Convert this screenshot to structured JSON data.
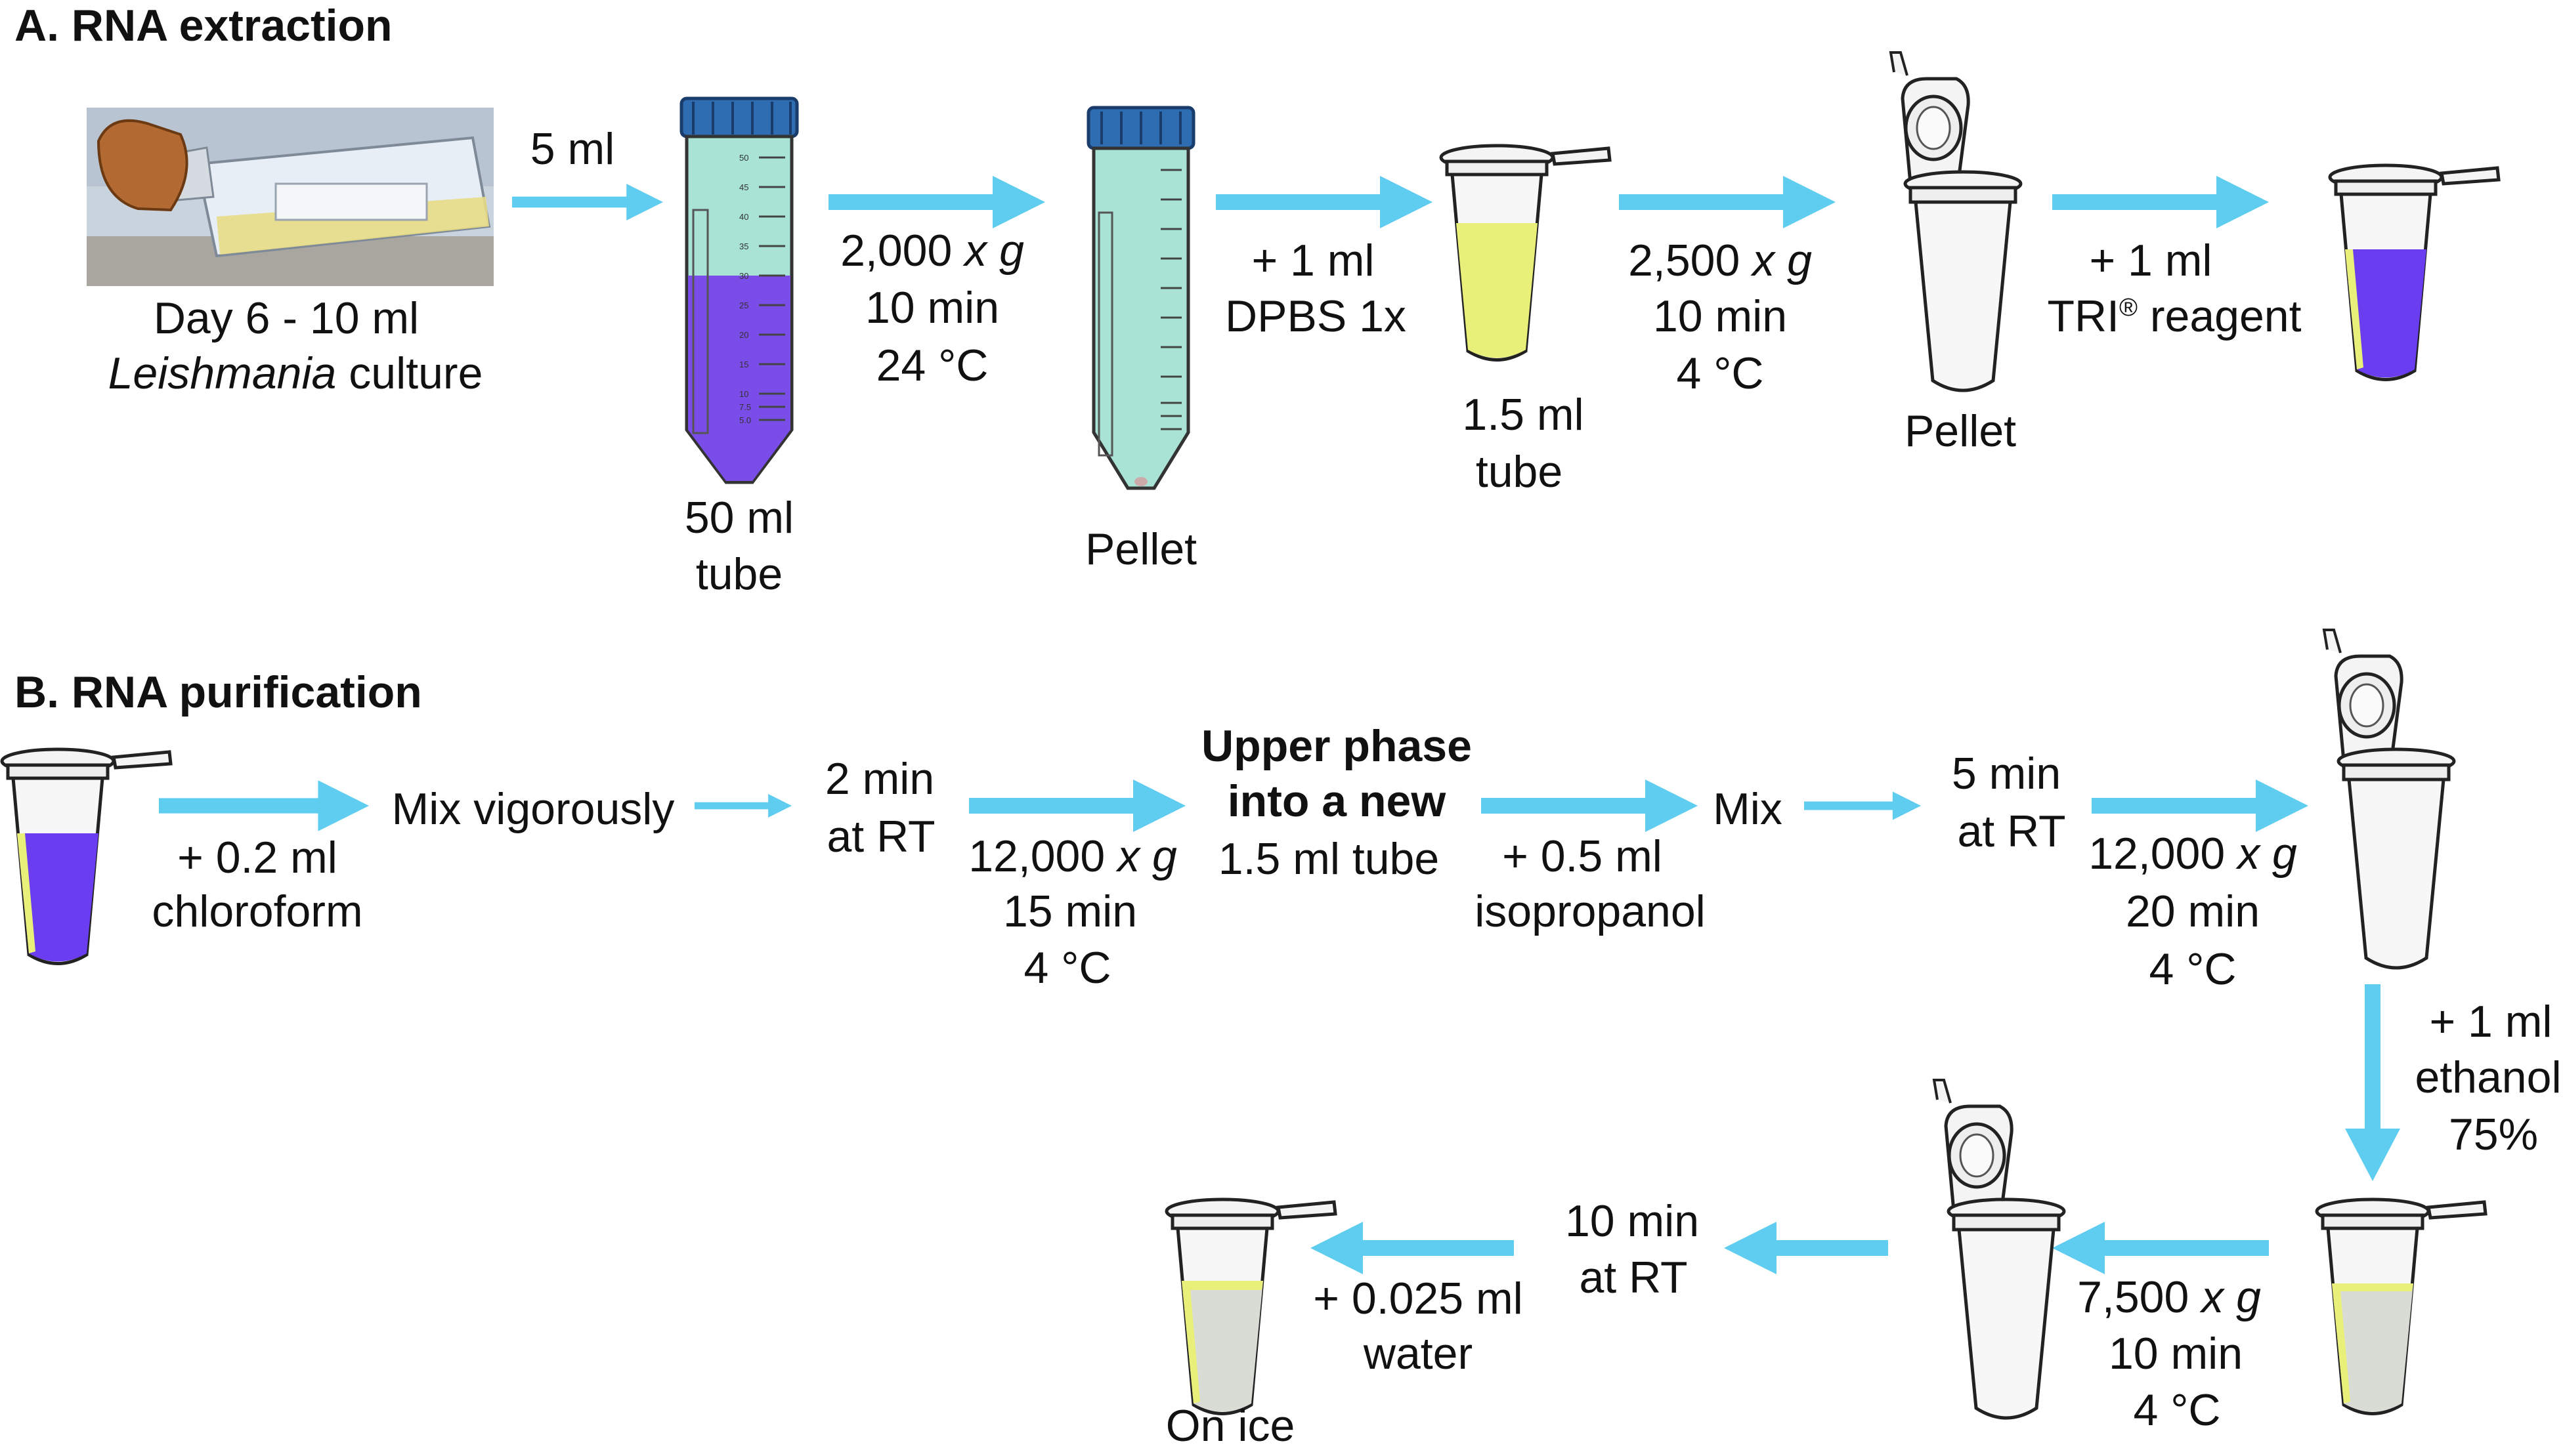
{
  "sections": {
    "a_title": "A. RNA extraction",
    "b_title": "B. RNA purification"
  },
  "colors": {
    "arrow": "#5ecdf0",
    "purple_solution": "#6a3df0",
    "yellow_solution": "#e9f07a",
    "tube_teal": "#a8e3d6",
    "cap_blue": "#2f6db3",
    "flask_cap": "#b36a32"
  },
  "a": {
    "culture_line1": "Day 6 - 10 ml",
    "culture_line2_italic": "Leishmania",
    "culture_line2_rest": " culture",
    "step1": "5 ml",
    "tube50_line1": "50 ml",
    "tube50_line2": "tube",
    "step2_line1_pre": "2,000 ",
    "step2_line1_g": "x g",
    "step2_line2": "10 min",
    "step2_line3": "24 °C",
    "pellet1": "Pellet",
    "step3_line1": "+ 1 ml",
    "step3_line2": "DPBS 1x",
    "tube15_line1": "1.5 ml",
    "tube15_line2": "tube",
    "step4_line1_pre": "2,500 ",
    "step4_line1_g": "x g",
    "step4_line2": "10 min",
    "step4_line3": "4 °C",
    "pellet2": "Pellet",
    "step5_line1": "+ 1 ml",
    "step5_line2_pre": "TRI",
    "step5_line2_sup": "®",
    "step5_line2_post": " reagent",
    "scale_marks": [
      "50",
      "45",
      "40",
      "35",
      "30",
      "25",
      "20",
      "15",
      "10",
      "7.5",
      "5.0"
    ]
  },
  "b": {
    "step1_line1": "+ 0.2 ml",
    "step1_line2": "chloroform",
    "mix_vig": "Mix vigorously",
    "rt2_line1": "2 min",
    "rt2_line2": "at RT",
    "cent1_line1_pre": "12,000 ",
    "cent1_line1_g": "x g",
    "cent1_line2": "15 min",
    "cent1_line3": "4 °C",
    "upper_line1": "Upper phase",
    "upper_line2": "into a new",
    "upper_line3": "1.5 ml tube",
    "iso_line1": "+ 0.5 ml",
    "iso_line2": "isopropanol",
    "mix": "Mix",
    "rt5_line1": "5 min",
    "rt5_line2": "at RT",
    "cent2_line1_pre": "12,000 ",
    "cent2_line1_g": "x g",
    "cent2_line2": "20 min",
    "cent2_line3": "4 °C",
    "eth_line1": "+ 1 ml",
    "eth_line2": "ethanol",
    "eth_line3": "75%",
    "cent3_line1_pre": "7,500 ",
    "cent3_line1_g": "x g",
    "cent3_line2": "10 min",
    "cent3_line3": "4 °C",
    "rt10_line1": "10 min",
    "rt10_line2": "at RT",
    "water_line1": "+ 0.025 ml",
    "water_line2": "water",
    "on_ice": "On ice"
  }
}
